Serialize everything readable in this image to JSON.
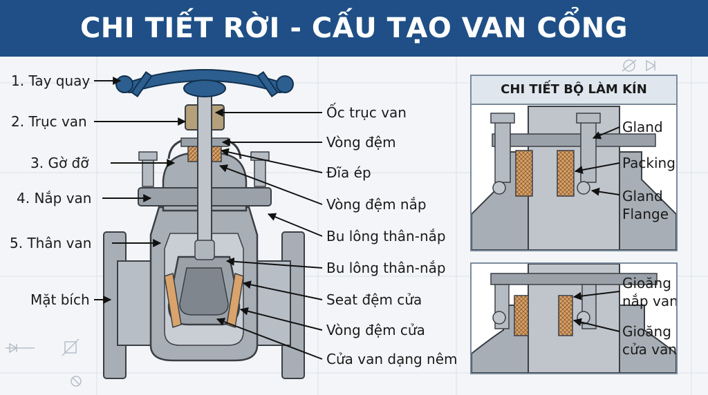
{
  "title": "CHI TIẾT RỜI - CẤU TẠO VAN CỔNG",
  "left_labels": [
    "1. Tay quay",
    "2. Trục van",
    "3. Gờ đỡ",
    "4. Nắp van",
    "5. Thân van",
    "Mặt bích"
  ],
  "right_labels": [
    "Ốc trục van",
    "Vòng đệm",
    "Đĩa ép",
    "Vòng đệm nắp",
    "Bu lông thân-nắp",
    "Bu lông thân-nắp",
    "Seat đệm cửa",
    "Vòng đệm cửa",
    "Cửa van dạng nêm"
  ],
  "panel": {
    "title": "CHI TIẾT BỘ LÀM KÍN",
    "labels1": [
      "Gland",
      "Packing",
      "Gland",
      "Flange"
    ],
    "labels2": [
      "Gioăng",
      "nắp van",
      "Gioăng",
      "cửa van"
    ]
  },
  "colors": {
    "header": "#1f4f86",
    "handwheel": "#2c5f8f",
    "body": "#a8aeb5",
    "packing": "#d9a36b"
  }
}
